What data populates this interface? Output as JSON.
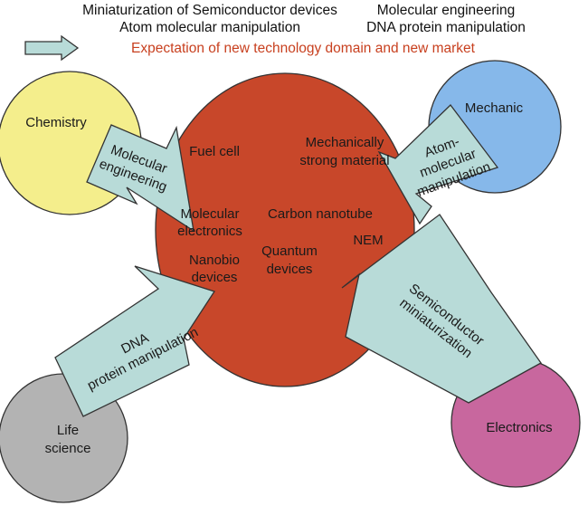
{
  "header": {
    "left_line1": "Miniaturization of Semiconductor devices",
    "left_line2": "Atom molecular manipulation",
    "right_line1": "Molecular engineering",
    "right_line2": "DNA protein manipulation",
    "subtitle": "Expectation of new technology domain and new market"
  },
  "fields": {
    "chemistry": "Chemistry",
    "mechanic": "Mechanic",
    "life_line1": "Life",
    "life_line2": "science",
    "electronics": "Electronics"
  },
  "arrows": {
    "molecular_line1": "Molecular",
    "molecular_line2": "engineering",
    "atom_line1": "Atom-",
    "atom_line2": "molecular",
    "atom_line3": "manipulation",
    "dna_line1": "DNA",
    "dna_line2": "protein manipulation",
    "semi_line1": "Semiconductor",
    "semi_line2": "miniaturization"
  },
  "center": {
    "fuel_cell": "Fuel cell",
    "mech_line1": "Mechanically",
    "mech_line2": "strong material",
    "mol_elec_line1": "Molecular",
    "mol_elec_line2": "electronics",
    "carbon_nanotube": "Carbon nanotube",
    "nem": "NEM",
    "quantum_line1": "Quantum",
    "quantum_line2": "devices",
    "nanobio_line1": "Nanobio",
    "nanobio_line2": "devices"
  },
  "colors": {
    "center_fill": "#c8472a",
    "chemistry_fill": "#f4ee8c",
    "mechanic_fill": "#86b8ea",
    "life_fill": "#b3b3b3",
    "electronics_fill": "#c8679e",
    "arrow_fill": "#b8dbd8"
  }
}
